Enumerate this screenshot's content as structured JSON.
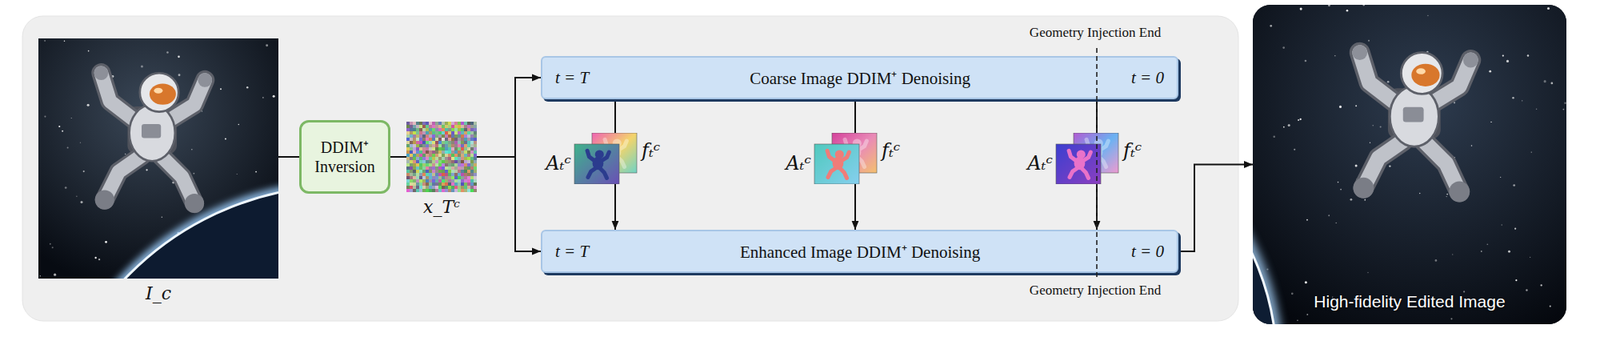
{
  "diagram": {
    "nodes": [
      {
        "text": [
          "I_c"
        ]
      },
      {
        "text": [
          "DDIM⁺ Inversion"
        ]
      },
      {
        "text": [
          "x_Tᶜ"
        ]
      },
      {
        "text": [
          "t = T",
          "Coarse Image DDIM⁺ Denoising",
          "t = 0"
        ]
      },
      {
        "text": [
          "t = T",
          "Enhanced Image DDIM⁺ Denoising",
          "t = 0"
        ]
      },
      {
        "text": [
          "Aₜᶜ",
          "fₜᶜ"
        ]
      },
      {
        "text": [
          "Aₜᶜ",
          "fₜᶜ"
        ]
      },
      {
        "text": [
          "Aₜᶜ",
          "fₜᶜ"
        ]
      },
      {
        "text": [
          "High-fidelity Edited Image"
        ]
      }
    ],
    "edges": [
      {
        "from": 0,
        "to": 1,
        "arrow": "none"
      },
      {
        "from": 1,
        "to": 2,
        "arrow": "none"
      },
      {
        "from": 2,
        "to": 3,
        "arrow": "to"
      },
      {
        "from": 2,
        "to": 4,
        "arrow": "to"
      },
      {
        "from": 3,
        "to": 5,
        "arrow": "none"
      },
      {
        "from": 5,
        "to": 4,
        "arrow": "to"
      },
      {
        "from": 3,
        "to": 6,
        "arrow": "none"
      },
      {
        "from": 6,
        "to": 4,
        "arrow": "to"
      },
      {
        "from": 3,
        "to": 7,
        "arrow": "none"
      },
      {
        "from": 7,
        "to": 4,
        "arrow": "to"
      },
      {
        "from": 4,
        "to": 8,
        "arrow": "to"
      }
    ],
    "labels": [
      "Geometry Injection End",
      "Geometry Injection End"
    ]
  }
}
